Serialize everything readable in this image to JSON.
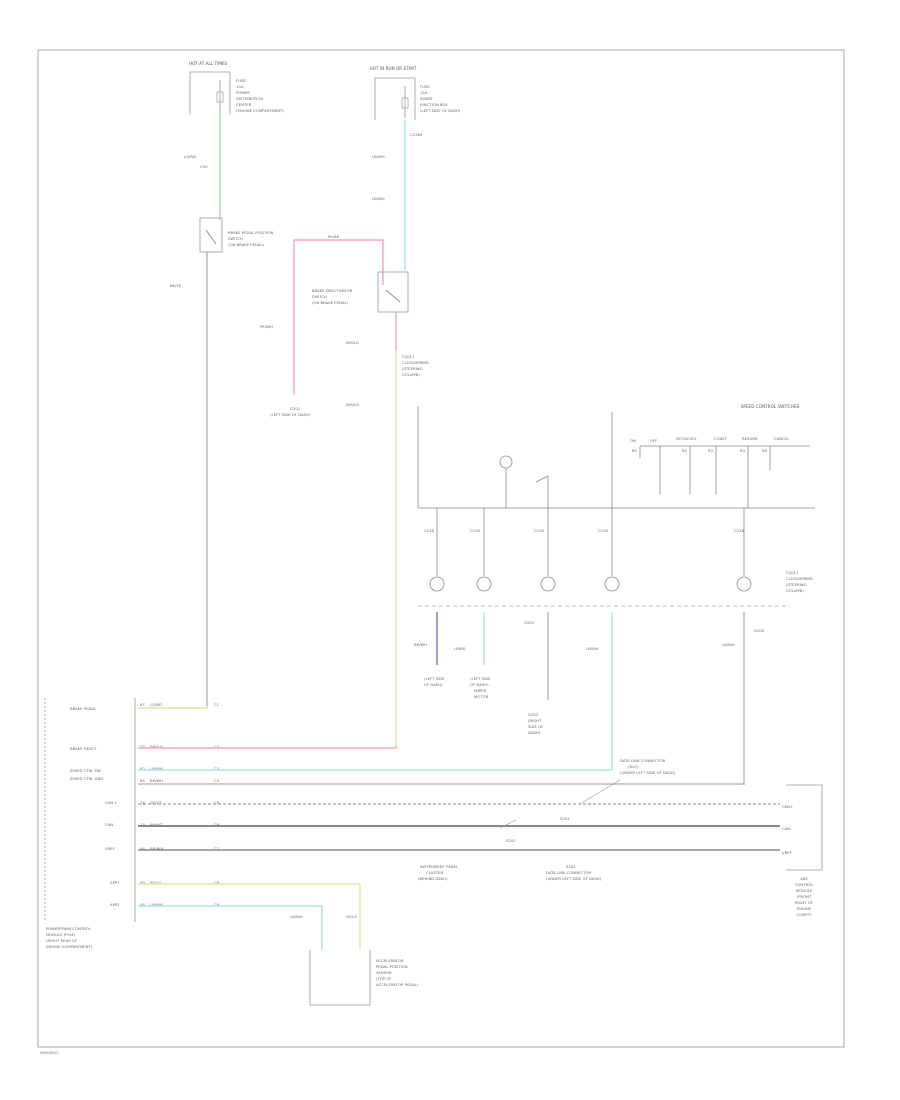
{
  "fuse_left": {
    "header": "HOT AT ALL TIMES",
    "desc": [
      "FUSE",
      "10A",
      "POWER",
      "DISTRIBUTION",
      "CENTER",
      "(ENGINE COMPARTMENT)"
    ]
  },
  "fuse_right": {
    "header": "HOT IN RUN OR START",
    "desc": [
      "FUSE",
      "15A",
      "SMART",
      "JUNCTION BOX",
      "(LEFT SIDE OF DASH)"
    ]
  },
  "wire_left_top": [
    "LG/RD",
    "C90"
  ],
  "wire_right_top": [
    "LB/WH",
    "C2280"
  ],
  "brake_sw_left": [
    "BRAKE PEDAL POSITION",
    "SWITCH",
    "(ON BRAKE PEDAL)"
  ],
  "brake_sw_right": [
    "BRAKE DEACTIVATOR",
    "SWITCH",
    "(ON BRAKE PEDAL)"
  ],
  "wire_left_mid": "BK/YE",
  "wire_pink": [
    "PK/BK",
    "PK/WH"
  ],
  "ground_pink": [
    "G201",
    "(LEFT SIDE OF DASH)"
  ],
  "wire_vert_right": [
    "WH/LG",
    "WH/LG"
  ],
  "c2011": [
    "C2011",
    "CLOCKSPRING",
    "(STEERING",
    "COLUMN)"
  ],
  "switch_group": "SPEED CONTROL SWITCHES",
  "switch_labels": [
    "ON",
    "OFF",
    "SET/ACCEL",
    "COAST",
    "RESUME",
    "CANCEL"
  ],
  "res_codes": [
    "R1",
    "R2",
    "R3",
    "R4",
    "R5"
  ],
  "cells": [
    "C218",
    "C218",
    "C218",
    "C218",
    "C218"
  ],
  "bottom_wires": [
    "BK/WH",
    "LB/RD",
    "LB/WH",
    "LB/WH"
  ],
  "ground_pts": [
    "G200",
    "G201"
  ],
  "grounds_under": [
    "(LEFT SIDE",
    "OF DASH)",
    "(LEFT SIDE",
    "OF DASH)"
  ],
  "wiper_lbl": [
    "WIPER",
    "MOTOR"
  ],
  "ground_mid": [
    "G203",
    "(RIGHT",
    "SIDE OF",
    "DASH)"
  ],
  "pcm_pins": [
    {
      "label": "BRAKE PEDAL",
      "pin": "87",
      "wire": "LG/RD",
      "cavity": "C1"
    },
    {
      "label": "BRAKE DEACT",
      "pin": "53",
      "wire": "WH/LG",
      "cavity": "C2"
    },
    {
      "label": "SPEED CTRL SW",
      "pin": "83",
      "wire": "LB/WH",
      "cavity": "C3"
    },
    {
      "label": "SPEED CTRL GND",
      "pin": "65",
      "wire": "BK/WH",
      "cavity": "C4"
    },
    {
      "label": "CAN +",
      "pin": "14",
      "wire": "GY/VT",
      "cavity": "C5"
    },
    {
      "label": "CAN -",
      "pin": "15",
      "wire": "WH/VT",
      "cavity": "C6"
    },
    {
      "label": "VREF",
      "pin": "46",
      "wire": "BN/WH",
      "cavity": "C7"
    },
    {
      "label": "APP1",
      "pin": "49",
      "wire": "YE/LG",
      "cavity": "C8"
    },
    {
      "label": "APP2",
      "pin": "48",
      "wire": "LB/WH",
      "cavity": "C9"
    }
  ],
  "pcm_box_label": [
    "POWERTRAIN CONTROL",
    "MODULE (PCM)",
    "(RIGHT REAR OF",
    "ENGINE COMPARTMENT)"
  ],
  "data_bus_note": [
    "DATA LINK CONNECTOR",
    "(DLC)",
    "(UNDER LEFT SIDE OF DASH)"
  ],
  "data_bus_note2": [
    "INSTRUMENT PANEL",
    "CLUSTER",
    "(BEHIND DASH)"
  ],
  "splice_labels": [
    "S201",
    "S202"
  ],
  "right_module": {
    "pins": [
      "CAN+",
      "CAN-",
      "VREF"
    ],
    "label": [
      "ABS",
      "CONTROL",
      "MODULE",
      "(FRONT",
      "RIGHT OF",
      "ENGINE",
      "COMPT)"
    ]
  },
  "pedal_sensor": [
    "ACCELERATOR",
    "PEDAL POSITION",
    "SENSOR",
    "(TOP OF",
    "ACCELERATOR PEDAL)"
  ],
  "sensor_wires": [
    "LB/WH",
    "YE/LG"
  ],
  "footer_code": "W000001"
}
